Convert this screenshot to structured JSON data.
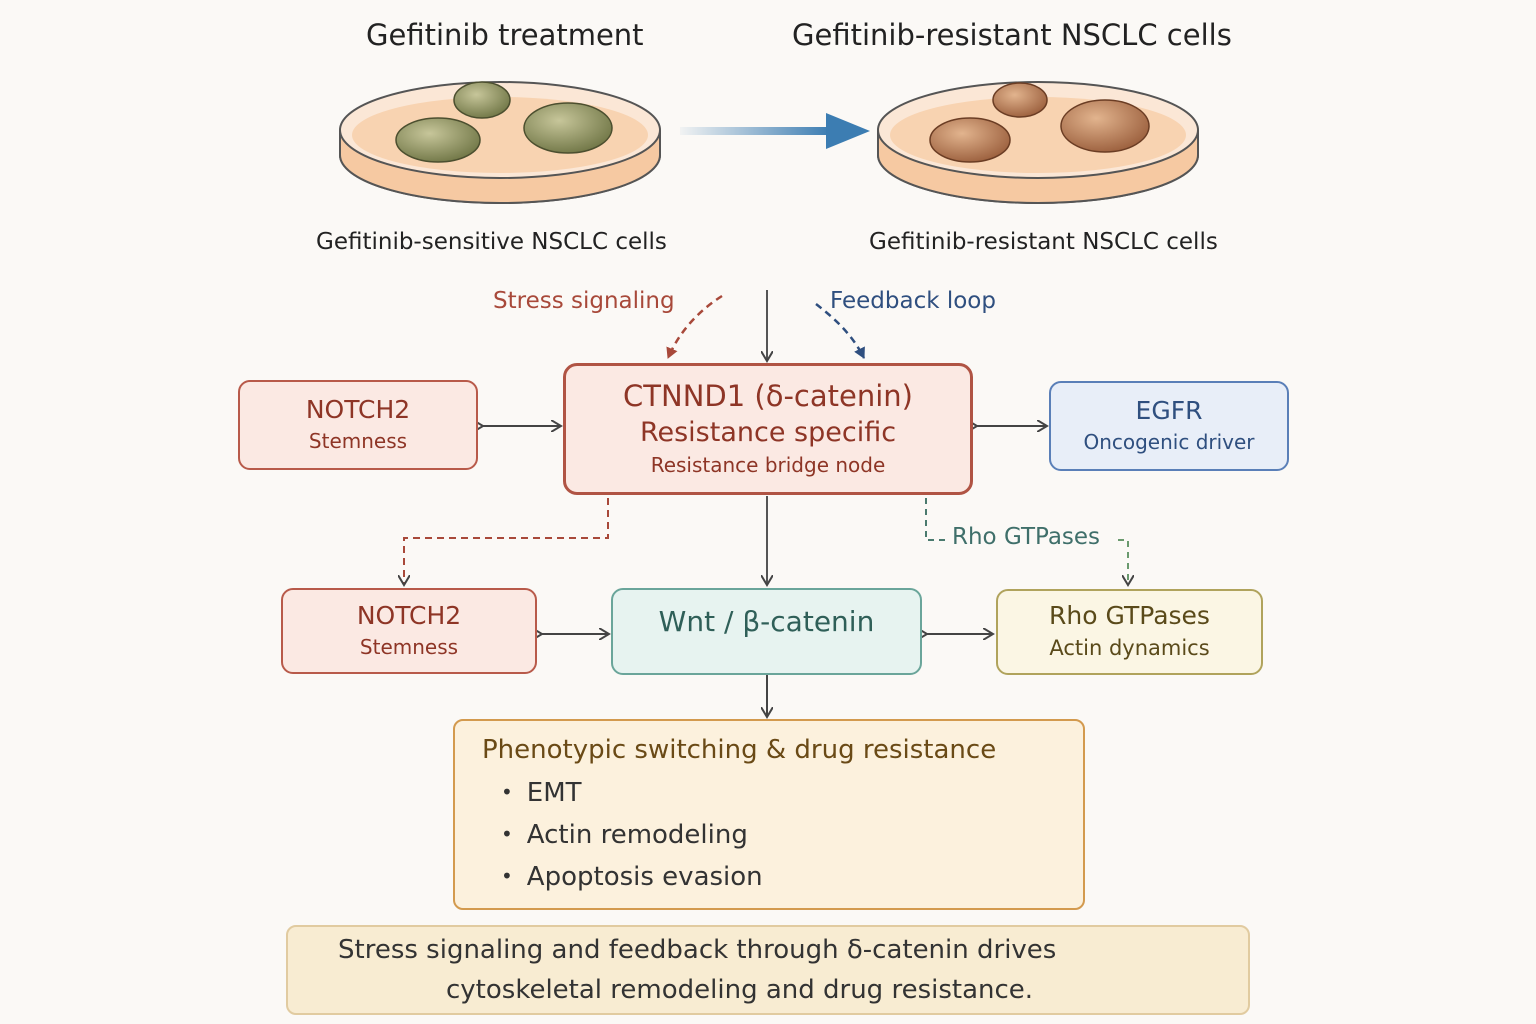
{
  "top": {
    "left_title": "Gefitinib treatment",
    "right_title": "Gefitinib-resistant NSCLC cells",
    "left_caption": "Gefitinib-sensitive NSCLC cells",
    "right_caption": "Gefitinib-resistant NSCLC cells"
  },
  "signals": {
    "stress": "Stress signaling",
    "feedback": "Feedback loop",
    "rho_label": "Rho GTPases"
  },
  "nodes": {
    "ctnnd1": {
      "title": "CTNND1 (δ-catenin)",
      "subtitle": "Resistance specific",
      "note": "Resistance bridge node"
    },
    "notch2_top": {
      "title": "NOTCH2",
      "subtitle": "Stemness"
    },
    "egfr": {
      "title": "EGFR",
      "subtitle": "Oncogenic driver"
    },
    "notch2_bottom": {
      "title": "NOTCH2",
      "subtitle": "Stemness"
    },
    "wnt": {
      "title": "Wnt / β-catenin"
    },
    "rho": {
      "title": "Rho GTPases",
      "subtitle": "Actin dynamics"
    }
  },
  "phenotype": {
    "title": "Phenotypic switching & drug resistance",
    "items": [
      "EMT",
      "Actin remodeling",
      "Apoptosis evasion"
    ]
  },
  "summary": {
    "line1": "Stress signaling and feedback through δ-catenin drives",
    "line2": "cytoskeletal remodeling and drug resistance."
  },
  "colors": {
    "red_border": "#b85a4a",
    "red_fill": "#fbe9e3",
    "blue_border": "#5a7fb8",
    "blue_fill": "#e8eef8",
    "teal_border": "#6aa59a",
    "teal_fill": "#e7f3f0",
    "olive_border": "#b0a35c",
    "olive_fill": "#fbf6e4",
    "orange_border": "#d39a4e",
    "orange_fill": "#fcf1dd",
    "arrow_blue": "#3c7db2"
  },
  "icons": [
    "petri-dish-sensitive",
    "petri-dish-resistant",
    "cell-elongated-icon",
    "dna-helix-icon",
    "cell-round-icon"
  ]
}
